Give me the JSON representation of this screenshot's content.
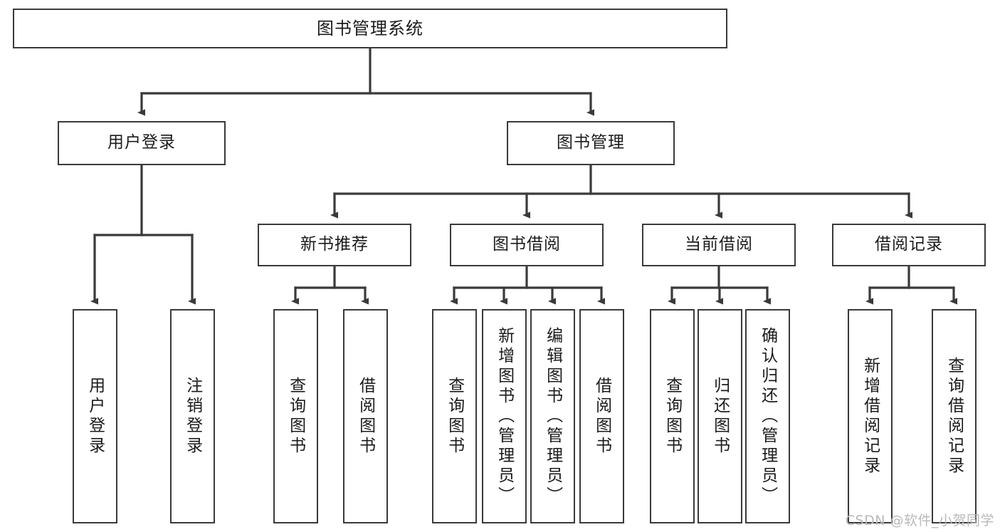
{
  "diagram": {
    "title": "图书管理系统",
    "type": "hierarchy-tree",
    "watermark": "CSDN @软件_小贺同学",
    "colors": {
      "stroke": "#3a3a3a",
      "fill": "#ffffff",
      "text": "#1b1b1b",
      "watermark": "#b9b9b9"
    },
    "levels": {
      "level1": [
        {
          "id": "root",
          "label": "图书管理系统"
        }
      ],
      "level2": [
        {
          "id": "user-login",
          "label": "用户登录"
        },
        {
          "id": "book-manage",
          "label": "图书管理"
        }
      ],
      "level3": [
        {
          "id": "new-book-rec",
          "label": "新书推荐",
          "parent": "book-manage"
        },
        {
          "id": "book-borrow",
          "label": "图书借阅",
          "parent": "book-manage"
        },
        {
          "id": "current-borrow",
          "label": "当前借阅",
          "parent": "book-manage"
        },
        {
          "id": "borrow-record",
          "label": "借阅记录",
          "parent": "book-manage"
        }
      ],
      "level4": [
        {
          "id": "leaf-user-login",
          "label": "用户登录",
          "parent": "user-login"
        },
        {
          "id": "leaf-logout",
          "label": "注销登录",
          "parent": "user-login"
        },
        {
          "id": "leaf-query-book-1",
          "label": "查询图书",
          "parent": "new-book-rec"
        },
        {
          "id": "leaf-borrow-book-1",
          "label": "借阅图书",
          "parent": "new-book-rec"
        },
        {
          "id": "leaf-query-book-2",
          "label": "查询图书",
          "parent": "book-borrow"
        },
        {
          "id": "leaf-add-book",
          "label": "新增图书（管理员）",
          "parent": "book-borrow"
        },
        {
          "id": "leaf-edit-book",
          "label": "编辑图书（管理员）",
          "parent": "book-borrow"
        },
        {
          "id": "leaf-borrow-book-2",
          "label": "借阅图书",
          "parent": "book-borrow"
        },
        {
          "id": "leaf-query-book-3",
          "label": "查询图书",
          "parent": "current-borrow"
        },
        {
          "id": "leaf-return-book",
          "label": "归还图书",
          "parent": "current-borrow"
        },
        {
          "id": "leaf-confirm-return",
          "label": "确认归还（管理员）",
          "parent": "current-borrow"
        },
        {
          "id": "leaf-add-record",
          "label": "新增借阅记录",
          "parent": "borrow-record"
        },
        {
          "id": "leaf-query-record",
          "label": "查询借阅记录",
          "parent": "borrow-record"
        }
      ]
    }
  }
}
